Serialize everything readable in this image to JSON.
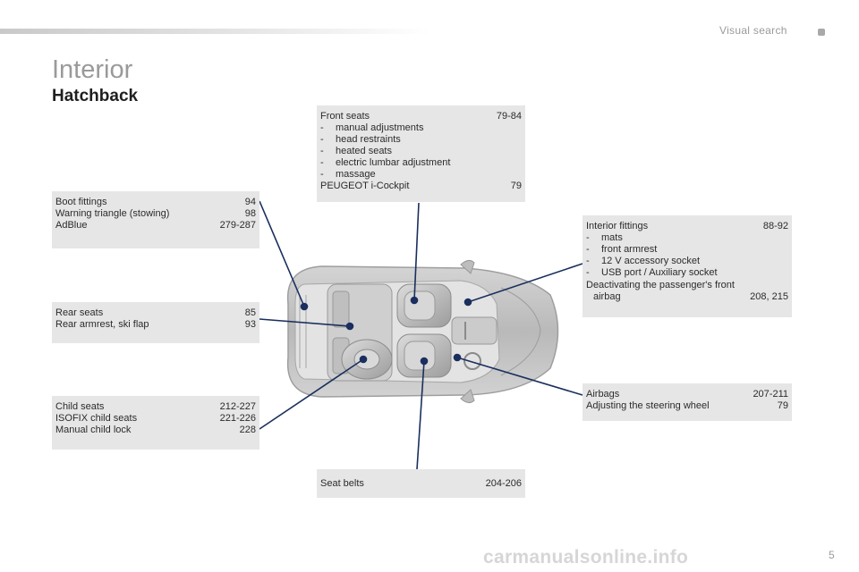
{
  "header": {
    "section": "Visual search"
  },
  "title": "Interior",
  "subtitle": "Hatchback",
  "callouts": {
    "front_seats": {
      "heading": "Front seats",
      "heading_pages": "79-84",
      "items": [
        "manual adjustments",
        "head restraints",
        "heated seats",
        "electric lumbar adjustment",
        "massage"
      ],
      "extra": "PEUGEOT i-Cockpit",
      "extra_pages": "79"
    },
    "boot": {
      "rows": [
        {
          "label": "Boot fittings",
          "pages": "94"
        },
        {
          "label": "Warning triangle (stowing)",
          "pages": "98"
        },
        {
          "label": "AdBlue",
          "pages": "279-287"
        }
      ]
    },
    "interior": {
      "heading": "Interior fittings",
      "heading_pages": "88-92",
      "items": [
        "mats",
        "front armrest",
        "12 V accessory socket",
        "USB port / Auxiliary socket"
      ],
      "extra_line1": "Deactivating the passenger's front",
      "extra_line2": "airbag",
      "extra_pages": "208, 215"
    },
    "rear_seats": {
      "rows": [
        {
          "label": "Rear seats",
          "pages": "85"
        },
        {
          "label": "Rear armrest, ski flap",
          "pages": "93"
        }
      ]
    },
    "child_seats": {
      "rows": [
        {
          "label": "Child seats",
          "pages": "212-227"
        },
        {
          "label": "ISOFIX child seats",
          "pages": "221-226"
        },
        {
          "label": "Manual child lock",
          "pages": "228"
        }
      ]
    },
    "airbags": {
      "rows": [
        {
          "label": "Airbags",
          "pages": "207-211"
        },
        {
          "label": "Adjusting the steering wheel",
          "pages": "79"
        }
      ]
    },
    "seat_belts": {
      "rows": [
        {
          "label": "Seat belts",
          "pages": "204-206"
        }
      ]
    }
  },
  "footer": {
    "page_number": "5",
    "watermark": "carmanualsonline.info"
  }
}
